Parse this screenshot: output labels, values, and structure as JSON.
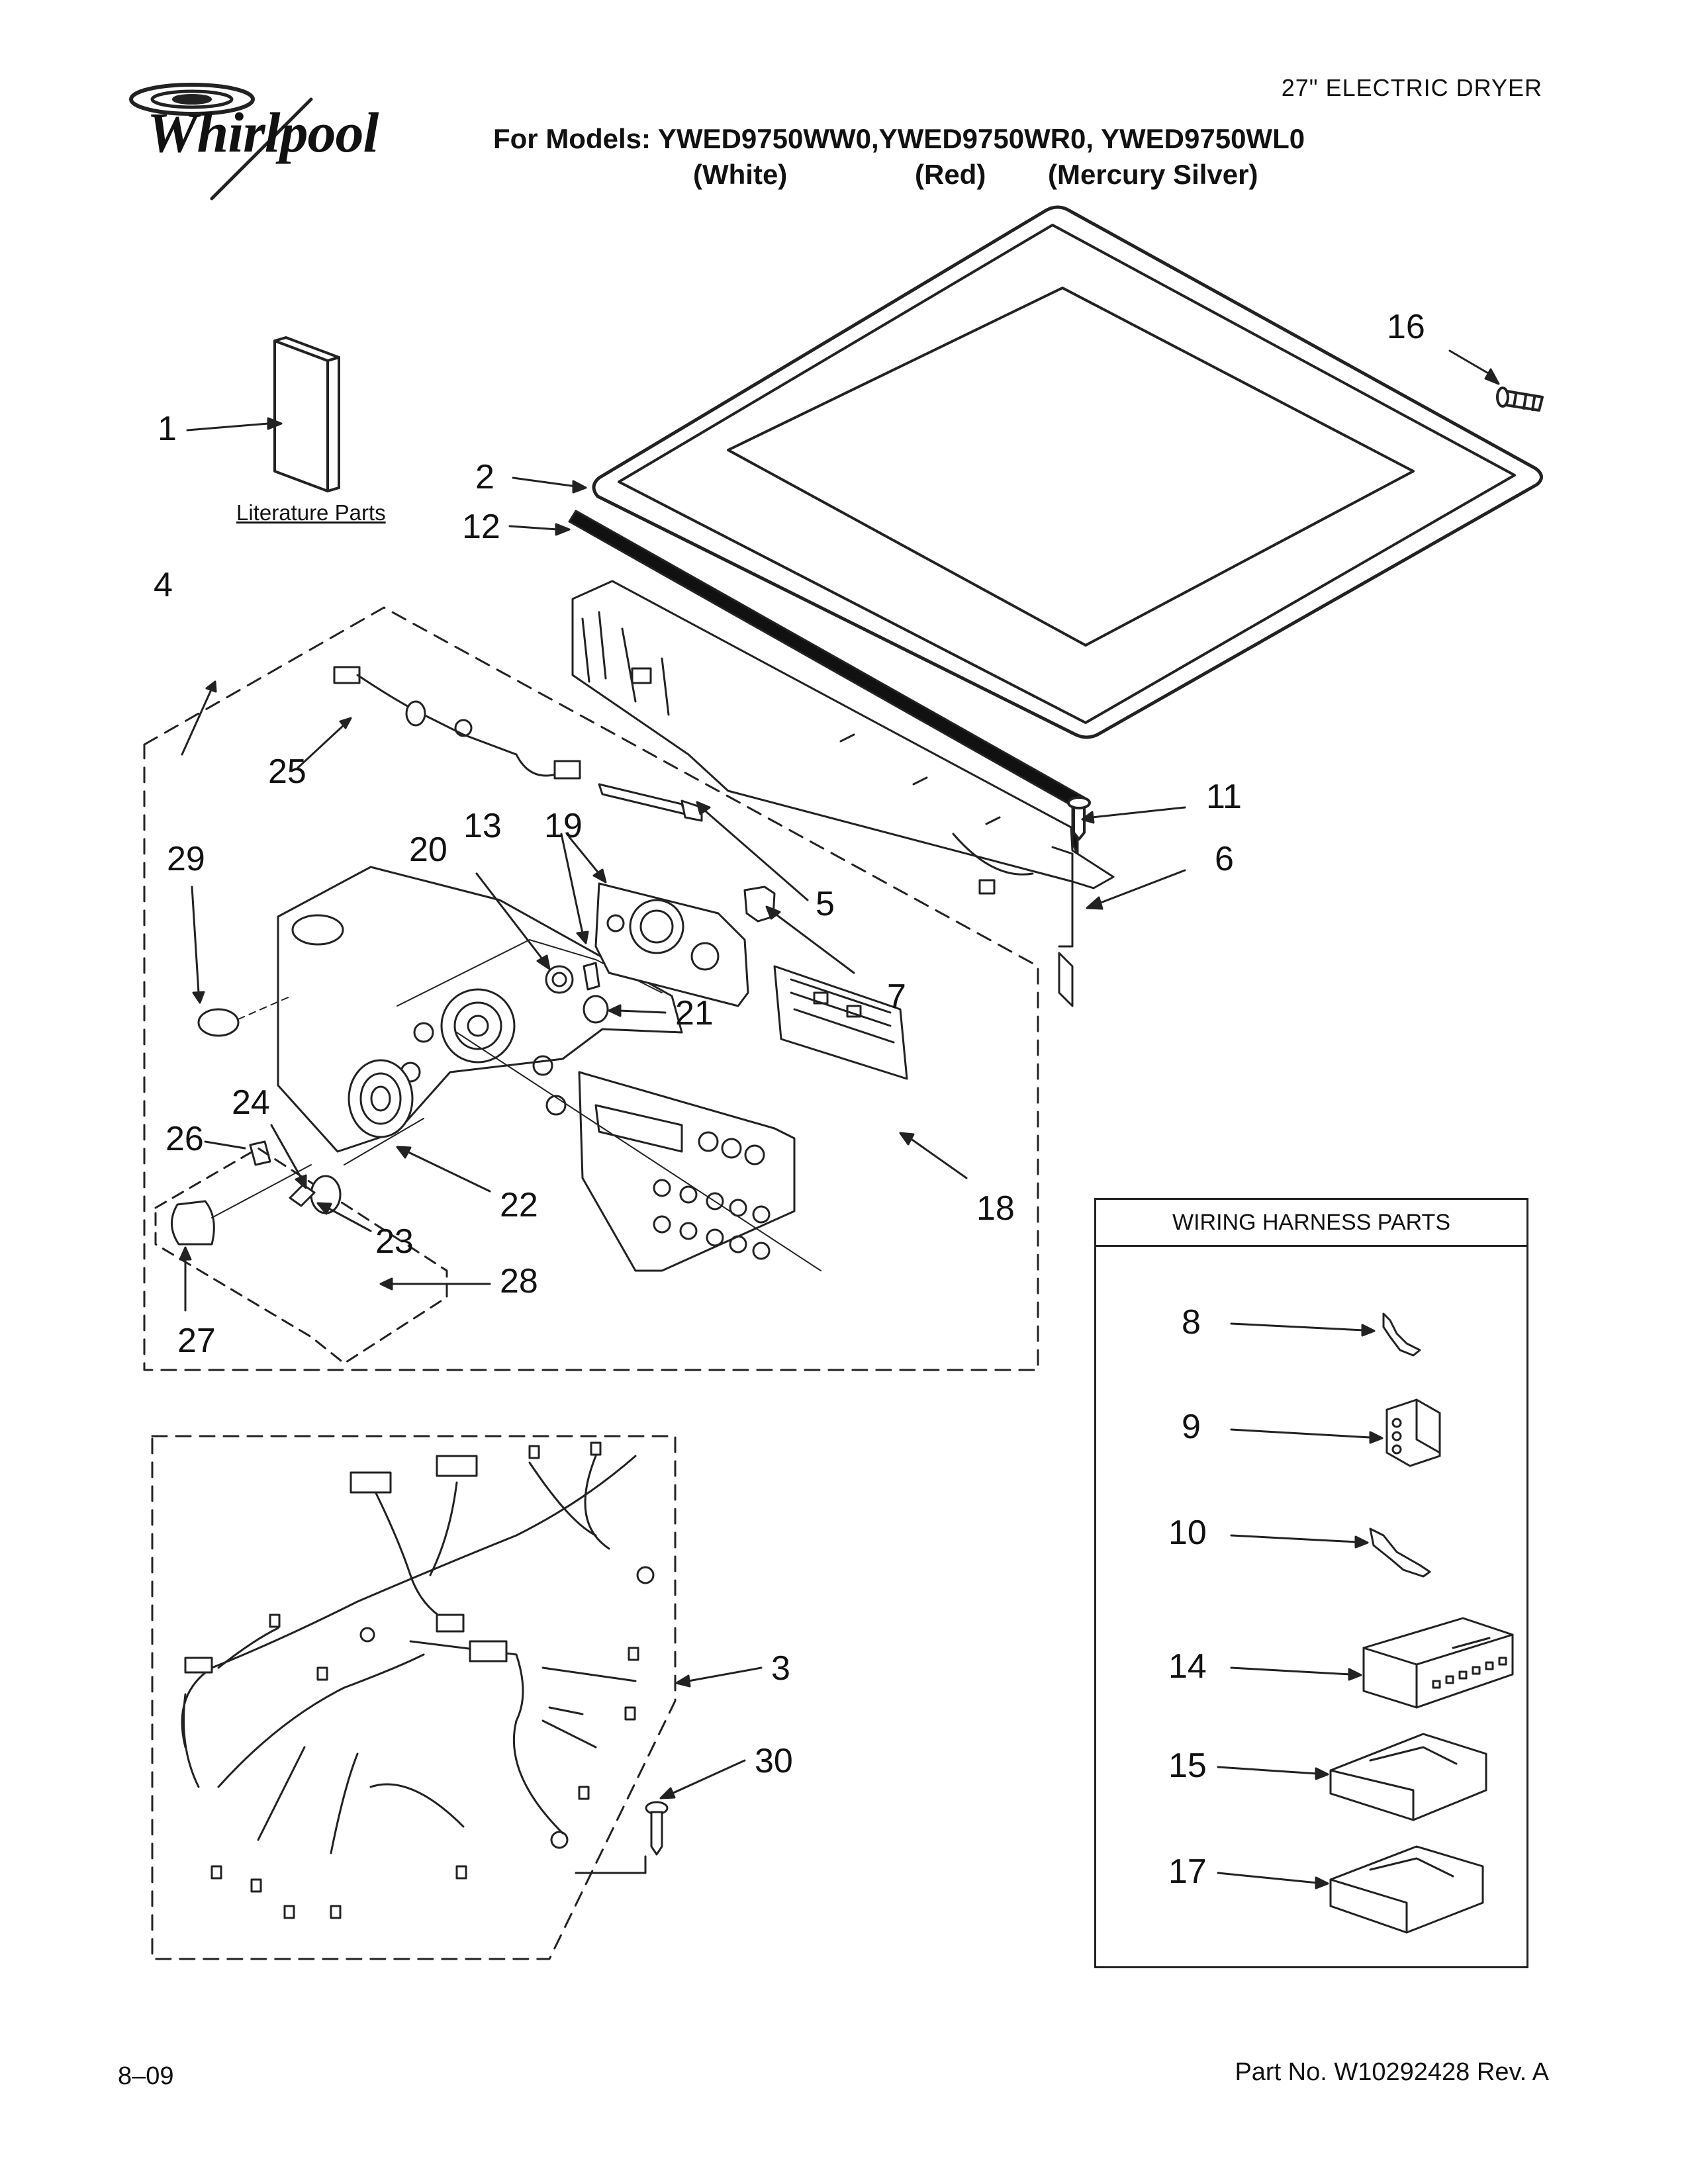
{
  "header": {
    "doc_type": "27\" ELECTRIC DRYER",
    "brand": "Whirlpool",
    "models_line": "For Models: YWED9750WW0,YWED9750WR0, YWED9750WL0",
    "colors": [
      "(White)",
      "(Red)",
      "(Mercury Silver)"
    ]
  },
  "literature_label": "Literature Parts",
  "callouts": {
    "c1": "1",
    "c2": "2",
    "c3": "3",
    "c4": "4",
    "c5": "5",
    "c6": "6",
    "c7": "7",
    "c8": "8",
    "c9": "9",
    "c10": "10",
    "c11": "11",
    "c12": "12",
    "c13": "13",
    "c14": "14",
    "c15": "15",
    "c16": "16",
    "c17": "17",
    "c18": "18",
    "c19": "19",
    "c20": "20",
    "c21": "21",
    "c22": "22",
    "c23": "23",
    "c24": "24",
    "c25": "25",
    "c26": "26",
    "c27": "27",
    "c28": "28",
    "c29": "29",
    "c30": "30"
  },
  "legend": {
    "title": "WIRING HARNESS PARTS"
  },
  "footer": {
    "date": "8–09",
    "part_no": "Part No. W10292428 Rev. A"
  }
}
